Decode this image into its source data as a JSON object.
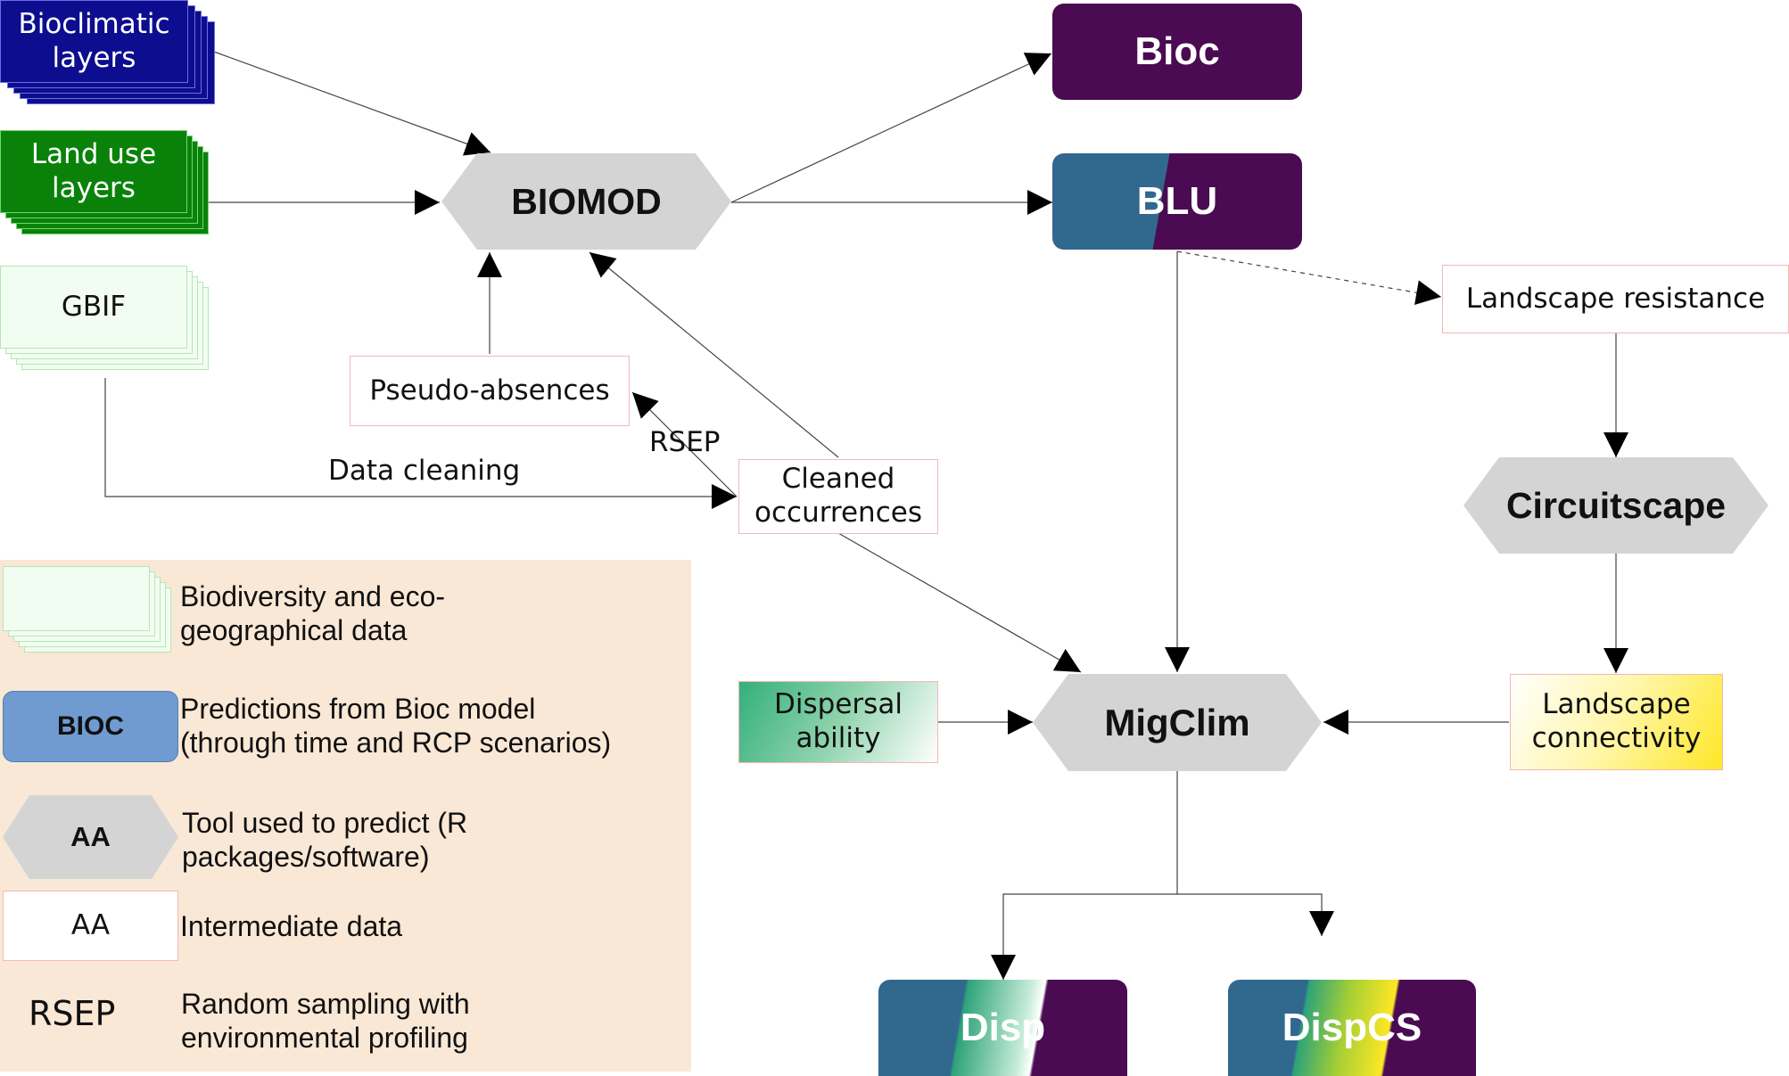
{
  "colors": {
    "bioclimatic": "#0d0d8f",
    "land_use": "#0a820a",
    "gbif": "#f2fdf2",
    "bioc": "#4a0b52",
    "blu_blue": "#31688e",
    "tool_grey": "#d4d4d4",
    "legend_bg": "#f9e8d6",
    "legend_bioc": "#6f9bd1"
  },
  "inputs": {
    "bioclimatic": "Bioclimatic layers",
    "land_use": "Land use layers",
    "gbif": "GBIF"
  },
  "tools": {
    "biomod": "BIOMOD",
    "circuitscape": "Circuitscape",
    "migclim": "MigClim"
  },
  "predictions": {
    "bioc": "Bioc",
    "blu": "BLU",
    "disp": "Disp",
    "dispcs": "DispCS"
  },
  "intermediate": {
    "pseudo_absences": "Pseudo-absences",
    "cleaned_occurrences": "Cleaned occurrences",
    "landscape_resistance": "Landscape resistance",
    "dispersal_ability": "Dispersal ability",
    "landscape_connectivity": "Landscape connectivity"
  },
  "edge_labels": {
    "data_cleaning": "Data cleaning",
    "rsep": "RSEP"
  },
  "legend": {
    "items": [
      {
        "symbol": "",
        "text": "Biodiversity and eco-geographical data"
      },
      {
        "symbol": "BIOC",
        "text": "Predictions from Bioc model (through time and RCP scenarios)"
      },
      {
        "symbol": "AA",
        "text": "Tool used to predict (R packages/software)"
      },
      {
        "symbol": "AA",
        "text": "Intermediate data"
      },
      {
        "symbol": "RSEP",
        "text": "Random sampling with environmental profiling"
      }
    ]
  }
}
